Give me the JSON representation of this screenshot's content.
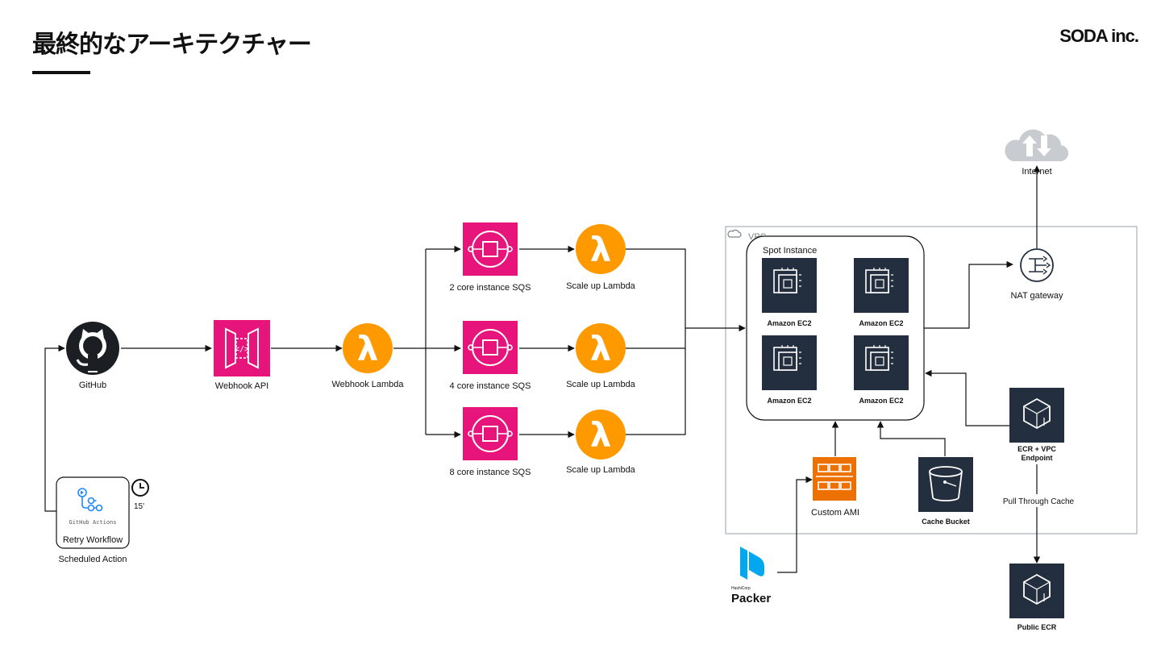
{
  "header": {
    "title": "最終的なアーキテクチャー",
    "brand": "SODA inc."
  },
  "nodes": {
    "github": "GitHub",
    "webhook_api": "Webhook API",
    "webhook_lambda": "Webhook Lambda",
    "sqs_2": "2 core instance SQS",
    "sqs_4": "4 core instance SQS",
    "sqs_8": "8 core instance SQS",
    "scale_lambda_1": "Scale up Lambda",
    "scale_lambda_2": "Scale up Lambda",
    "scale_lambda_3": "Scale up Lambda",
    "vpc": "VPC",
    "spot_instance": "Spot Instance",
    "ec2_1": "Amazon EC2",
    "ec2_2": "Amazon EC2",
    "ec2_3": "Amazon EC2",
    "ec2_4": "Amazon EC2",
    "nat_gateway": "NAT gateway",
    "internet": "Internet",
    "ecr_vpc_line1": "ECR + VPC",
    "ecr_vpc_line2": "Endpoint",
    "pull_through_cache": "Pull Through Cache",
    "public_ecr": "Public ECR",
    "custom_ami": "Custom AMI",
    "cache_bucket": "Cache Bucket",
    "packer_small": "HashiCorp",
    "packer": "Packer",
    "github_actions": "GitHub Actions",
    "retry_workflow": "Retry Workflow",
    "scheduled_action": "Scheduled Action",
    "schedule_interval": "15'"
  },
  "colors": {
    "sqs_pink": "#e7157b",
    "lambda_orange": "#ff9900",
    "ec2_dark": "#232f3e",
    "ami_orange": "#ed7100",
    "cloud_grey": "#c8ccd0",
    "line": "#111111"
  }
}
